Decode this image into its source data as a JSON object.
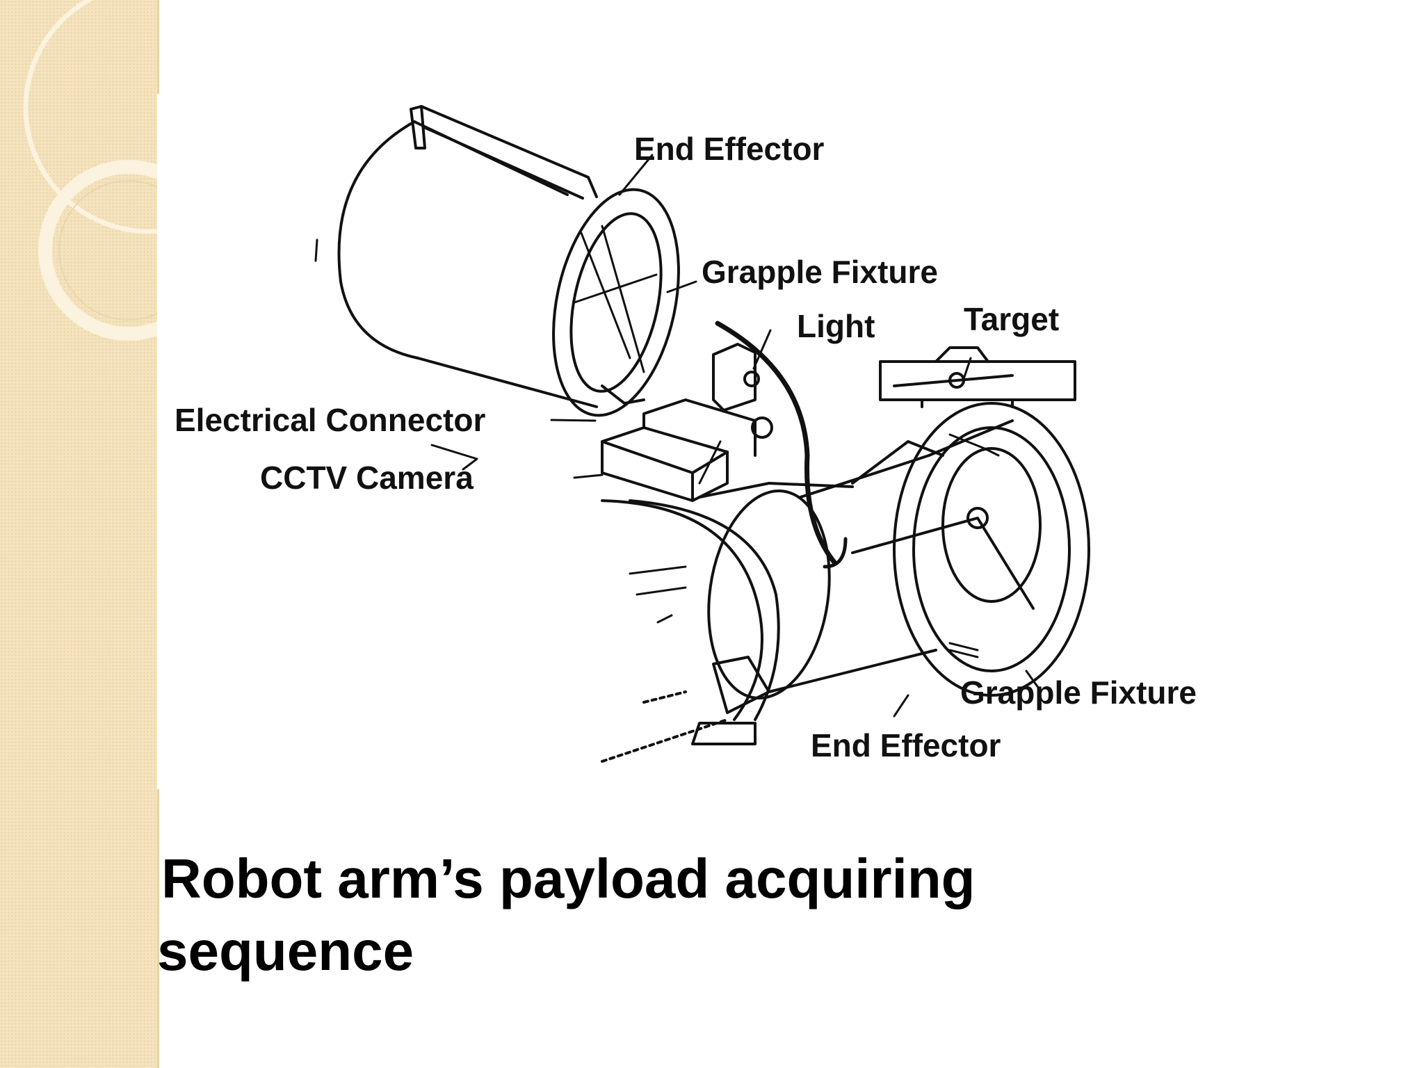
{
  "diagram": {
    "labels": {
      "end_effector_top": "End Effector",
      "grapple_fixture_top": "Grapple Fixture",
      "target": "Target",
      "light": "Light",
      "electrical_connector": "Electrical Connector",
      "cctv_camera": "CCTV Camera",
      "grapple_fixture_bottom": "Grapple Fixture",
      "end_effector_bottom": "End Effector"
    }
  },
  "caption": {
    "line1": "Robot arm’s payload acquiring",
    "line2": "sequence"
  },
  "colors": {
    "side_band": "#f4e3bd",
    "ink": "#111111",
    "background": "#ffffff"
  }
}
